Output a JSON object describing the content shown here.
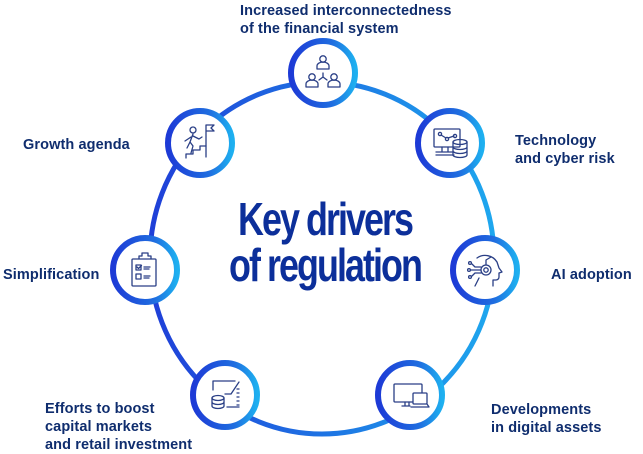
{
  "title": {
    "line1": "Key drivers",
    "line2": "of regulation"
  },
  "colors": {
    "ring_dark": "#1f3fd8",
    "ring_light": "#1ea7ee",
    "text": "#0f2d6e",
    "title": "#0c2f9a",
    "icon": "#2a3f86"
  },
  "drivers": [
    {
      "id": "interconnectedness",
      "icon": "people-network-icon",
      "lines": [
        "Increased interconnectedness",
        "of the financial system"
      ]
    },
    {
      "id": "technology",
      "icon": "computer-database-icon",
      "lines": [
        "Technology",
        "and cyber risk"
      ]
    },
    {
      "id": "ai",
      "icon": "ai-head-icon",
      "lines": [
        "AI adoption"
      ]
    },
    {
      "id": "digital-assets",
      "icon": "devices-icon",
      "lines": [
        "Developments",
        "in digital assets"
      ]
    },
    {
      "id": "capital-markets",
      "icon": "coins-chart-icon",
      "lines": [
        "Efforts to boost",
        "capital markets",
        "and retail investment"
      ]
    },
    {
      "id": "simplification",
      "icon": "clipboard-checklist-icon",
      "lines": [
        "Simplification"
      ]
    },
    {
      "id": "growth",
      "icon": "climber-flag-icon",
      "lines": [
        "Growth agenda"
      ]
    }
  ]
}
